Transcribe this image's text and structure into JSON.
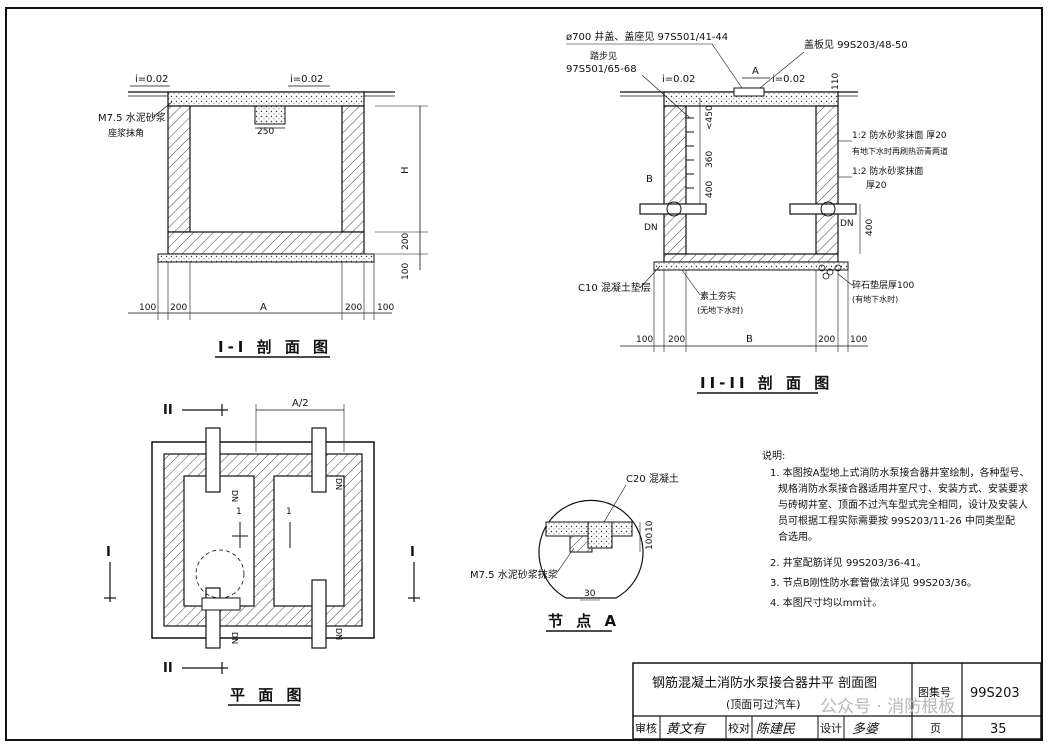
{
  "section1": {
    "title": "I-I 剖 面 图",
    "slope_left": "i=0.02",
    "slope_right": "i=0.02",
    "mortar_label": "M7.5 水泥砂浆",
    "mortar_sub": "座浆抹角",
    "dim_250": "250",
    "dim_H": "H",
    "dim_200": "200",
    "dim_100": "100",
    "bottom_dims": [
      "100",
      "200",
      "A",
      "200",
      "100"
    ]
  },
  "section2": {
    "title": "II-II 剖 面 图",
    "cover_label": "ø700 井盖、盖座见 97S501/41-44",
    "cover_plate_label": "盖板见 99S203/48-50",
    "step_label": "踏步见",
    "step_ref": "97S501/65-68",
    "slope_left": "i=0.02",
    "slope_right": "i=0.02",
    "point_A": "A",
    "dim_110": "110",
    "dim_450": "<450",
    "dim_360": "360",
    "dim_400a": "400",
    "dim_400b": "400",
    "plaster1": "1:2 防水砂浆抹面 厚20",
    "plaster1_sub": "有地下水时再刷热沥青两道",
    "plaster2": "1:2 防水砂浆抹面",
    "plaster2_sub": "厚20",
    "point_B": "B",
    "dn_left": "DN",
    "dn_right": "DN",
    "c10_label": "C10 混凝土垫层",
    "soil_label": "素土夯实",
    "soil_sub": "(无地下水时)",
    "gravel_label": "碎石垫层厚100",
    "gravel_sub": "(有地下水时)",
    "bottom_dims": [
      "100",
      "200",
      "B",
      "200",
      "100"
    ]
  },
  "plan": {
    "title": "平 面 图",
    "dim_A2": "A/2",
    "marker_II": "II",
    "marker_I": "I",
    "arrow_1": "1",
    "dn": "DN"
  },
  "detail": {
    "title": "节 点 A",
    "c20_label": "C20 混凝土",
    "mortar_label": "M7.5 水泥砂浆抹浆",
    "dim_10": "10",
    "dim_100": "100",
    "dim_30": "30"
  },
  "notes": {
    "heading": "说明:",
    "items": [
      "1. 本图按A型地上式消防水泵接合器井室绘制，各种型号、",
      "规格消防水泵接合器适用井室尺寸、安装方式、安装要求",
      "与砖砌井室、顶面不过汽车型式完全相同，设计及安装人",
      "员可根据工程实际需要按 99S203/11-26 中同类型配",
      "合选用。",
      "2. 井室配筋详见 99S203/36-41。",
      "3. 节点B刚性防水套管做法详见 99S203/36。",
      "4. 本图尺寸均以mm计。"
    ]
  },
  "title_block": {
    "drawing_title": "钢筋混凝土消防水泵接合器井平 剖面图",
    "drawing_subtitle": "(顶面可过汽车)",
    "atlas_label": "图集号",
    "atlas_no": "99S203",
    "review_label": "审核",
    "review_sign": "黄文有",
    "check_label": "校对",
    "check_sign": "陈建民",
    "design_label": "设计",
    "design_sign": "多婆",
    "page_label": "页",
    "page_no": "35",
    "watermark": "公众号 · 消防根板"
  }
}
